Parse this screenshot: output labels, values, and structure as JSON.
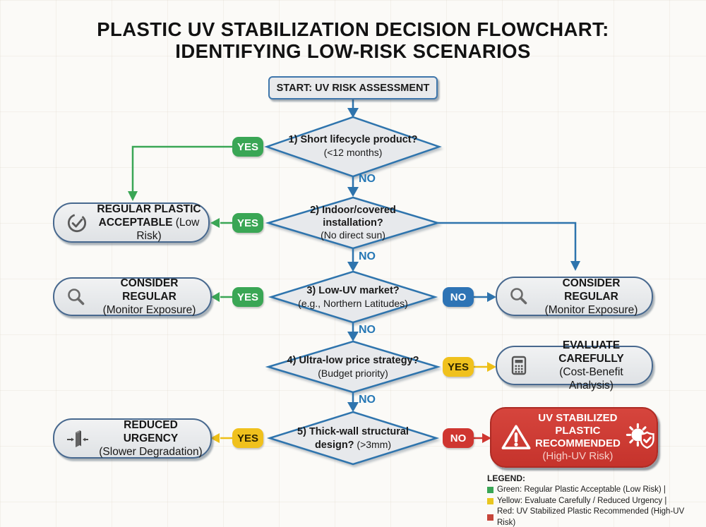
{
  "title": {
    "line1": "PLASTIC UV STABILIZATION DECISION FLOWCHART:",
    "line2": "IDENTIFYING LOW-RISK SCENARIOS"
  },
  "start": {
    "label": "START: UV RISK ASSESSMENT"
  },
  "labels": {
    "yes": "YES",
    "no": "NO"
  },
  "decisions": [
    {
      "question": "1) Short lifecycle product?",
      "detail": "(<12 months)"
    },
    {
      "question_line1": "2) Indoor/covered",
      "question_line2": "installation?",
      "detail": "(No direct sun)"
    },
    {
      "question": "3) Low-UV market?",
      "detail": "(e.g., Northern Latitudes)"
    },
    {
      "question": "4) Ultra-low price strategy?",
      "detail": "(Budget priority)"
    },
    {
      "question": "5) Thick-wall structural",
      "question2_bold": "design?",
      "question2_rest": " (>3mm)"
    }
  ],
  "outcomes": {
    "regular_plastic": {
      "line1": "REGULAR PLASTIC",
      "line2_bold": "ACCEPTABLE",
      "line2_rest": " (Low Risk)",
      "icon": "check-circle-icon"
    },
    "consider_left": {
      "line1": "CONSIDER REGULAR",
      "line2": "(Monitor Exposure)",
      "icon": "magnifier-icon"
    },
    "consider_right": {
      "line1": "CONSIDER REGULAR",
      "line2": "(Monitor Exposure)",
      "icon": "magnifier-icon"
    },
    "evaluate": {
      "line1": "EVALUATE CAREFULLY",
      "line2": "(Cost-Benefit Analysis)",
      "icon": "calculator-icon"
    },
    "reduced": {
      "line1": "REDUCED URGENCY",
      "line2": "(Slower Degradation)",
      "icon": "wall-thickness-icon"
    },
    "uv_recommended": {
      "line1": "UV STABILIZED PLASTIC",
      "line2": "RECOMMENDED",
      "line3": "(High-UV Risk)",
      "icons": [
        "warning-triangle-icon",
        "sun-shield-icon"
      ]
    }
  },
  "legend": {
    "title": "LEGEND:",
    "items": [
      {
        "color": "#3aa655",
        "text": "Green: Regular Plastic Acceptable (Low Risk) |"
      },
      {
        "color": "#e9c61f",
        "text": "Yellow: Evaluate Carefully / Reduced Urgency |"
      },
      {
        "color": "#c6453a",
        "text": "Red: UV Stabilized Plastic Recommended (High-UV Risk)"
      }
    ]
  },
  "colors": {
    "blue": "#2e74b5",
    "green": "#3aa655",
    "yellow": "#f0c11d",
    "red": "#cf3630",
    "box_border": "#47688e",
    "box_fill": "#e8eaec"
  }
}
